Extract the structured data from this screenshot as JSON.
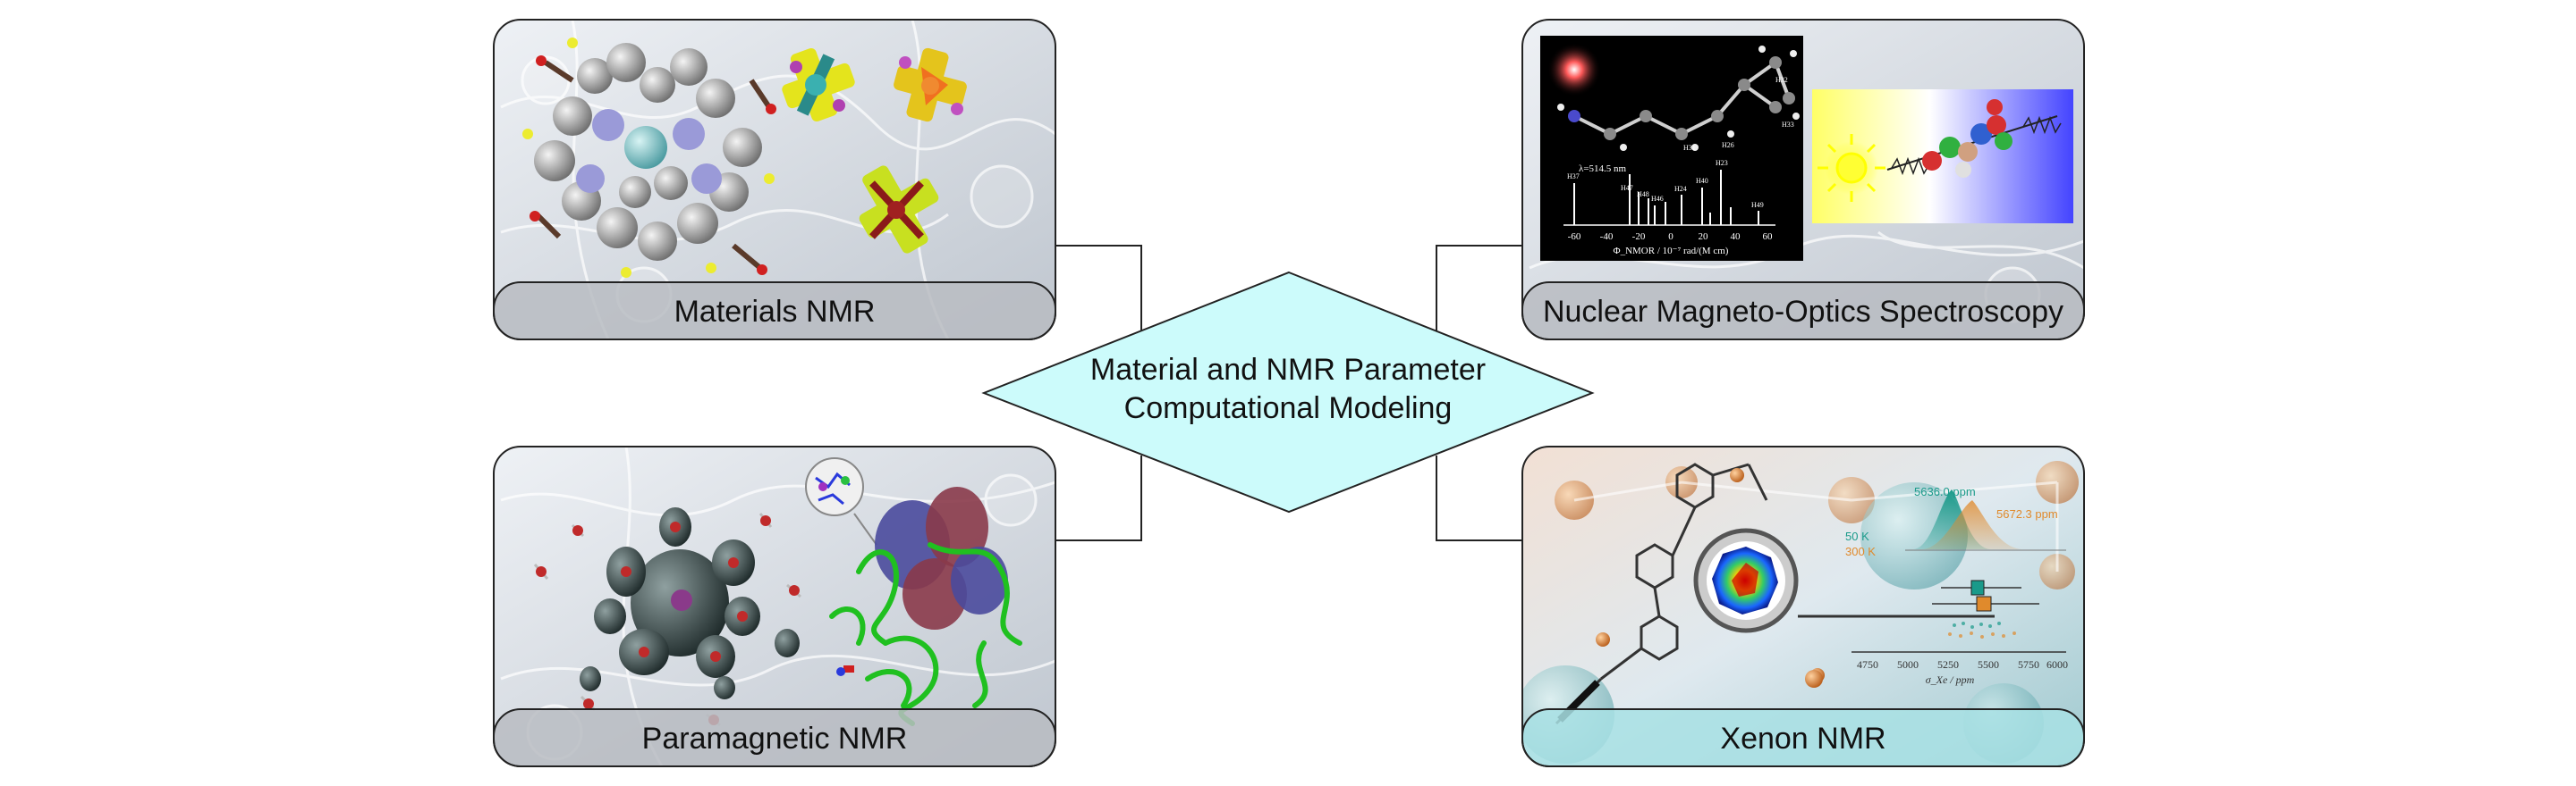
{
  "center": {
    "line1": "Material and NMR Parameter",
    "line2": "Computational Modeling",
    "fill_color": "#ccfbfb"
  },
  "panels": {
    "materials": {
      "label": "Materials NMR"
    },
    "magneto_optics": {
      "label": "Nuclear Magneto-Optics Spectroscopy",
      "spectrum": {
        "wavelength_label": "λ=514.5 nm",
        "axis_ticks": [
          "-60",
          "-40",
          "-20",
          "0",
          "20",
          "40",
          "60"
        ],
        "axis_label": "Φ_NMOR / 10⁻⁷ rad/(M cm)",
        "peak_labels": [
          "H37",
          "H47",
          "H48",
          "H46",
          "H24",
          "H40",
          "H23",
          "H31",
          "H26",
          "H32",
          "H33",
          "H49"
        ]
      }
    },
    "paramagnetic": {
      "label": "Paramagnetic NMR"
    },
    "xenon": {
      "label": "Xenon NMR",
      "legend": {
        "temp_50": "50 K",
        "temp_300": "300 K",
        "peak_50": "5636.0 ppm",
        "peak_300": "5672.3 ppm",
        "color_50": "#1a9a8a",
        "color_300": "#e08a2c"
      },
      "axis": {
        "ticks": [
          "4750",
          "5000",
          "5250",
          "5500",
          "5750",
          "6000"
        ],
        "label": "σ_Xe / ppm"
      }
    }
  }
}
